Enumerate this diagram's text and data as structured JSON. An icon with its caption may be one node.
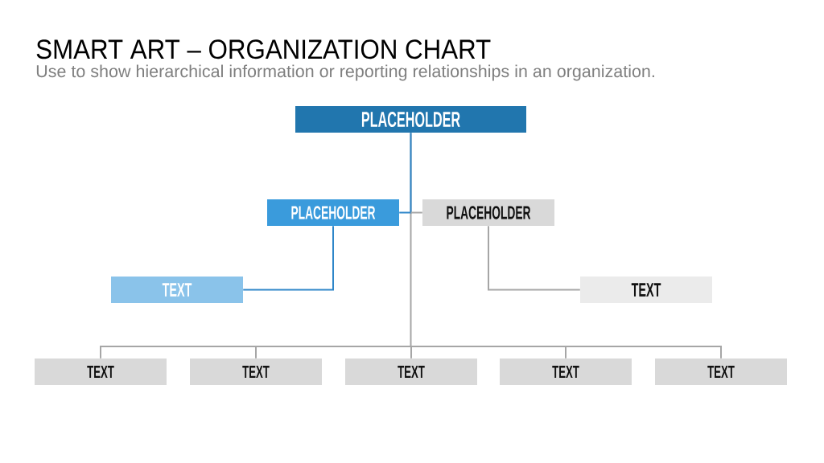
{
  "diagram": {
    "title": "SMART ART – ORGANIZATION CHART",
    "nodes": [
      {
        "text": [
          "PLACEHOLDER"
        ]
      },
      {
        "text": [
          "PLACEHOLDER"
        ]
      },
      {
        "text": [
          "PLACEHOLDER"
        ]
      },
      {
        "text": [
          "TEXT"
        ]
      },
      {
        "text": [
          "TEXT"
        ]
      },
      {
        "text": [
          "TEXT"
        ]
      },
      {
        "text": [
          "TEXT"
        ]
      },
      {
        "text": [
          "TEXT"
        ]
      },
      {
        "text": [
          "TEXT"
        ]
      },
      {
        "text": [
          "TEXT"
        ]
      }
    ],
    "edges": [
      {
        "from": 0,
        "to": 1,
        "arrow": "none",
        "color": "#2e86c9"
      },
      {
        "from": 0,
        "to": 2,
        "arrow": "none"
      },
      {
        "from": 1,
        "to": 3,
        "arrow": "none",
        "color": "#2e86c9"
      },
      {
        "from": 2,
        "to": 4,
        "arrow": "none"
      },
      {
        "from": 0,
        "to": 5,
        "arrow": "none"
      },
      {
        "from": 0,
        "to": 6,
        "arrow": "none"
      },
      {
        "from": 0,
        "to": 7,
        "arrow": "none"
      },
      {
        "from": 0,
        "to": 8,
        "arrow": "none"
      },
      {
        "from": 0,
        "to": 9,
        "arrow": "none"
      }
    ],
    "labels": [
      "Use to show hierarchical information or reporting relationships in an organization."
    ]
  }
}
